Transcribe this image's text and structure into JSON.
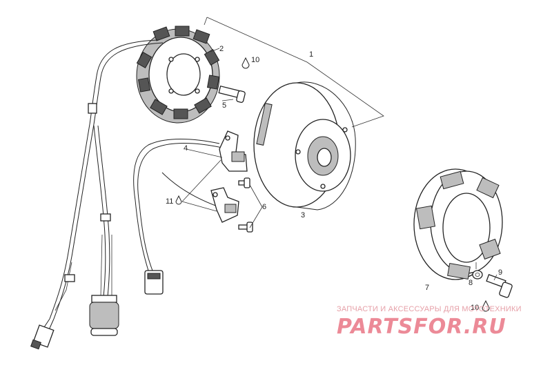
{
  "callouts": {
    "c1": "1",
    "c2": "2",
    "c3": "3",
    "c4": "4",
    "c5": "5",
    "c6": "6",
    "c7": "7",
    "c8": "8",
    "c9": "9",
    "c10a": "10",
    "c10b": "10",
    "c11": "11"
  },
  "watermark": {
    "top_text": "ЗАПЧАСТИ И АКСЕССУАРЫ ДЛЯ МОТОТЕХНИКИ",
    "brand_text": "PARTSFOR.RU"
  },
  "colors": {
    "ink": "#222222",
    "watermark": "#ec8a97",
    "background": "#ffffff"
  }
}
